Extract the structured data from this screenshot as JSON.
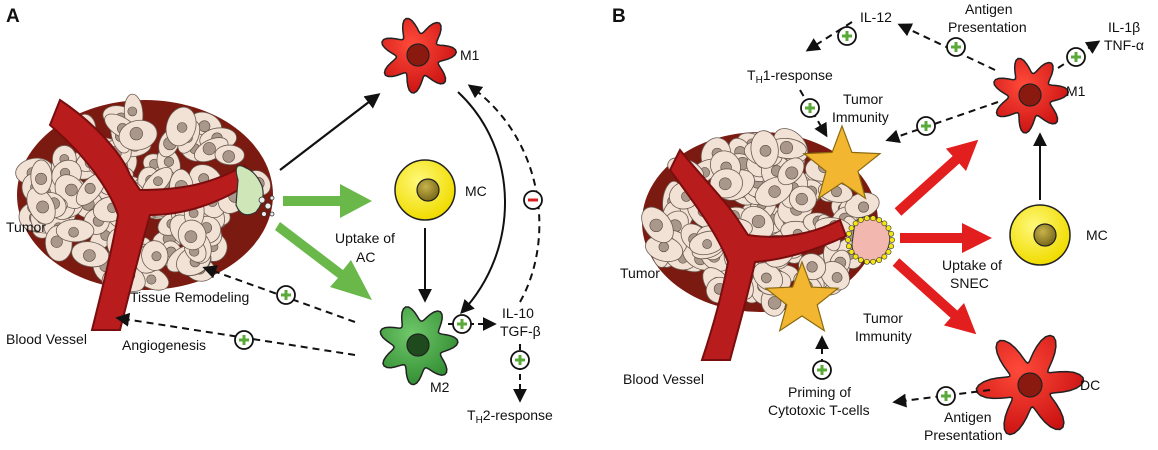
{
  "panels": {
    "a": {
      "letter": "A",
      "tumor": "Tumor",
      "blood_vessel": "Blood Vessel",
      "m1": "M1",
      "mc": "MC",
      "m2": "M2",
      "uptake_line1": "Uptake of",
      "uptake_line2": "AC",
      "tissue_remodeling": "Tissue Remodeling",
      "angiogenesis": "Angiogenesis",
      "il10": "IL-10",
      "tgfb": "TGF-β",
      "th2_main": "T",
      "th2_sub": "H",
      "th2_rest": "2-response"
    },
    "b": {
      "letter": "B",
      "tumor": "Tumor",
      "blood_vessel": "Blood Vessel",
      "il12": "IL-12",
      "antigen_top_line1": "Antigen",
      "antigen_top_line2": "Presentation",
      "il1b": "IL-1β",
      "tnfa": "TNF-α",
      "th1_main": "T",
      "th1_sub": "H",
      "th1_rest": "1-response",
      "tumor_immunity_top_line1": "Tumor",
      "tumor_immunity_top_line2": "Immunity",
      "m1": "M1",
      "mc": "MC",
      "uptake_line1": "Uptake of",
      "uptake_line2": "SNEC",
      "tumor_immunity_bottom_line1": "Tumor",
      "tumor_immunity_bottom_line2": "Immunity",
      "priming_line1": "Priming of",
      "priming_line2": "Cytotoxic T-cells",
      "dc": "DC",
      "antigen_bottom_line1": "Antigen",
      "antigen_bottom_line2": "Presentation"
    }
  },
  "colors": {
    "red_cell": "#e02020",
    "red_dark": "#7a1010",
    "green_cell": "#4aa84a",
    "green_dark": "#1f5a1f",
    "yellow_cell": "#f5e610",
    "yellow_core": "#9c8a20",
    "vessel": "#b81c1c",
    "green_arrow": "#6ab84a",
    "red_arrow": "#e21e1e",
    "star": "#f2b630",
    "plus": "#5aaa3a",
    "minus": "#d82020",
    "tumor_cell_light": "#f2e2d6",
    "tumor_nucleus": "#a8978a"
  }
}
